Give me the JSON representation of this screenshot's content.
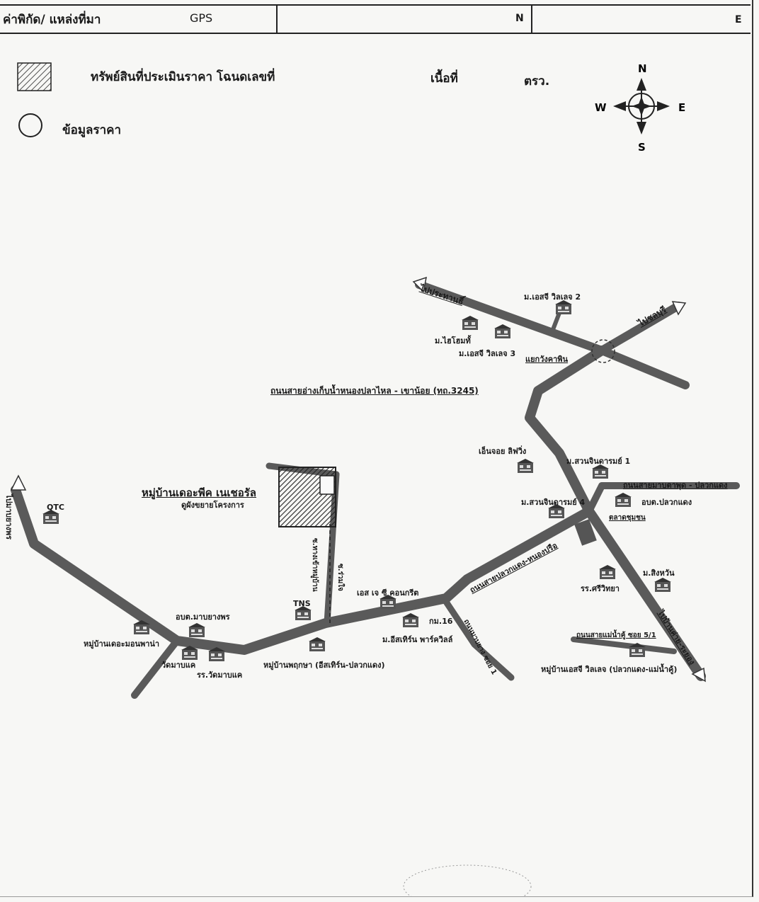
{
  "header": {
    "coords_label": "ค่าพิกัด/ แหล่งที่มา",
    "gps_label": "GPS",
    "north_label": "N",
    "east_label": "E"
  },
  "legend": {
    "property_label": "ทรัพย์สินที่ประเมินราคา โฉนดเลขที่",
    "area_label": "เนื้อที่",
    "area_unit": "ตรว.",
    "price_info_label": "ข้อมูลราคา"
  },
  "compass": {
    "n": "N",
    "s": "S",
    "e": "E",
    "w": "W"
  },
  "map_labels": {
    "to_pathum": "ไปประทานธิ์",
    "msg_villa2": "ม.เอสจี วิลเลจ 2",
    "to_nongkhai": "ไปชลบุรี",
    "m_hihome": "ม.ไฮโฮมทั้",
    "msg_villa3": "ม.เอสจี วิลเลจ 3",
    "junction_wangkrapin": "แยกวังคาพิน",
    "road_3245": "ถนนสายอ่างเก็บน้ำหนองปลาไหล - เขาน้อย (ทถ.3245)",
    "ncon_steel": "เอ็นจอย ลิฟวิ่ง",
    "m_suanjindara1": "ม.สวนจินดารมย์ 1",
    "road_banchang_pluakdaeng": "ถนนสายมาบตาพุด - ปลวกแดง",
    "m_suanjindara4": "ม.สวนจินดารมย์ 4",
    "obt_pluakdaeng": "อบต.ปลวกแดง",
    "market": "ตลาดชุมชน",
    "the_peak_title": "หมู่บ้านเดอะพีค เนเชอรัล",
    "the_peak_sub": "ดูผังขยายโครงการ",
    "qtc": "QTC",
    "to_maptaphut": "ไปมาบยางพร",
    "soi_road": "ซ.ทางเข้าหมู่บ้าน",
    "soi_road2": "ซ.ร่วมใจ",
    "road_pluakdaeng_nongprue": "ถนนสายปลวกแดง-หนองปรือ",
    "m_singhawan": "ม.สิงหวัน",
    "school_sriwit": "รร.ศรีวิทยา",
    "to_rayong": "ไปบ้านค่าย-ระยอง",
    "sg_concrete": "เอส เจ ซี คอนกรีต",
    "km16": "กม.16",
    "tns": "TNS",
    "obt_mapyangporn": "อบต.มาบยางพร",
    "village_prairie": "หมู่บ้านเดอะมอนพาน่า",
    "wat_mapkae": "วัดมาบแค",
    "school_watmapkae": "รร.วัดมาบแค",
    "village_pruksa": "หมู่บ้านพฤกษา (อีสเทิร์น-ปลวกแดง)",
    "m_eastern_park": "ม.อีสเทิร์น พาร์ควิลล์",
    "soi_map_4": "ถนนมาบยาง ซอย 1",
    "road_laemchabang_soi": "ถนนสายแม่น้ำคู้ ซอย 5/1",
    "village_sg_villa": "หมู่บ้านเอสจี วิลเลจ (ปลวกแดง-แม่น้ำคู้)"
  }
}
